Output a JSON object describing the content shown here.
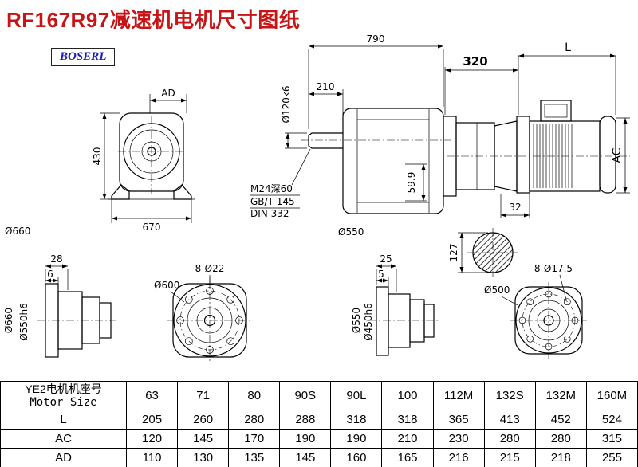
{
  "title": "RF167R97减速机电机尺寸图纸",
  "logo": "BOSERL",
  "drawing": {
    "front": {
      "ad_label": "AD",
      "height": "430",
      "width": "670",
      "dia": "Ø660"
    },
    "side": {
      "overall_len": "790",
      "shaft_len": "210",
      "shaft_dia": "Ø120k6",
      "thread": "M24深60",
      "std1": "GB/T 145",
      "std2": "DIN 332",
      "key_height": "59.9",
      "flange_dia": "Ø550"
    },
    "motor": {
      "adapter_len": "320",
      "len_label": "L",
      "ac_label": "AC",
      "gap": "32",
      "shaft_section": "127"
    },
    "profile1": {
      "d1": "28",
      "d2": "6",
      "dia1": "Ø660",
      "dia2": "Ø550h6"
    },
    "flange1": {
      "dia": "Ø600",
      "holes": "8-Ø22"
    },
    "profile2": {
      "d1": "25",
      "d2": "5",
      "dia1": "Ø550",
      "dia2": "Ø450h6"
    },
    "flange2": {
      "dia": "Ø500",
      "holes": "8-Ø17.5"
    }
  },
  "table": {
    "header_cn": "YE2电机机座号",
    "header_en": "Motor Size",
    "columns": [
      "63",
      "71",
      "80",
      "90S",
      "90L",
      "100",
      "112M",
      "132S",
      "132M",
      "160M"
    ],
    "rows": [
      {
        "label": "L",
        "values": [
          "205",
          "260",
          "280",
          "288",
          "318",
          "318",
          "365",
          "413",
          "452",
          "524"
        ]
      },
      {
        "label": "AC",
        "values": [
          "120",
          "145",
          "170",
          "190",
          "190",
          "210",
          "230",
          "280",
          "280",
          "315"
        ]
      },
      {
        "label": "AD",
        "values": [
          "110",
          "130",
          "135",
          "145",
          "160",
          "165",
          "216",
          "215",
          "218",
          "255"
        ]
      }
    ]
  }
}
